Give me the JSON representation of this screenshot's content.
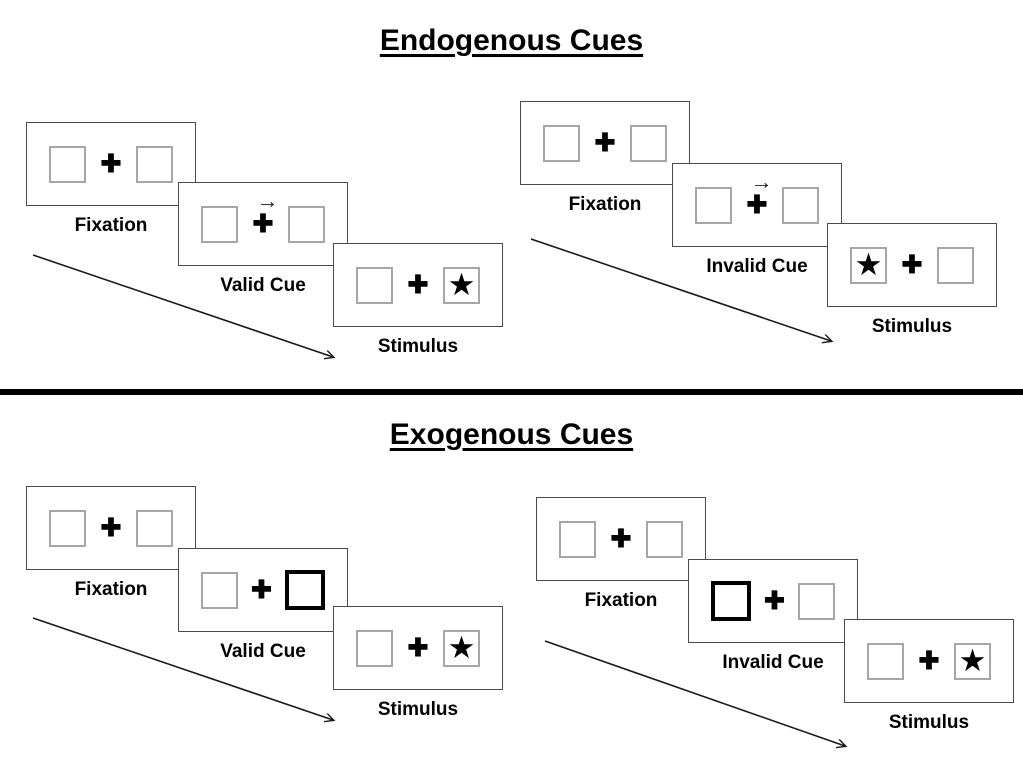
{
  "symbols": {
    "plus": "✚",
    "star": "★",
    "cue_arrow": "→"
  },
  "sections": [
    {
      "title": "Endogenous Cues",
      "cue_style": "central-arrow",
      "sequences": [
        {
          "name": "valid",
          "panels": [
            {
              "label": "Fixation",
              "content": "two-boxes-plus"
            },
            {
              "label": "Valid Cue",
              "content": "arrow-above-plus",
              "cue_direction": "right"
            },
            {
              "label": "Stimulus",
              "content": "star-in-box",
              "star_position": "right"
            }
          ]
        },
        {
          "name": "invalid",
          "panels": [
            {
              "label": "Fixation",
              "content": "two-boxes-plus"
            },
            {
              "label": "Invalid Cue",
              "content": "arrow-above-plus",
              "cue_direction": "right"
            },
            {
              "label": "Stimulus",
              "content": "star-in-box",
              "star_position": "left"
            }
          ]
        }
      ]
    },
    {
      "title": "Exogenous Cues",
      "cue_style": "bold-box-highlight",
      "sequences": [
        {
          "name": "valid",
          "panels": [
            {
              "label": "Fixation",
              "content": "two-boxes-plus"
            },
            {
              "label": "Valid Cue",
              "content": "bold-box",
              "bold_box_position": "right"
            },
            {
              "label": "Stimulus",
              "content": "star-in-box",
              "star_position": "right"
            }
          ]
        },
        {
          "name": "invalid",
          "panels": [
            {
              "label": "Fixation",
              "content": "two-boxes-plus"
            },
            {
              "label": "Invalid Cue",
              "content": "bold-box",
              "bold_box_position": "left"
            },
            {
              "label": "Stimulus",
              "content": "star-in-box",
              "star_position": "right"
            }
          ]
        }
      ]
    }
  ]
}
